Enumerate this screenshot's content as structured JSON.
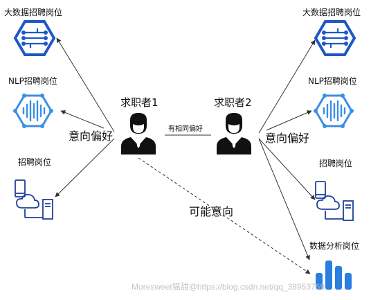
{
  "left": {
    "jobs": [
      "大数据招聘岗位",
      "NLP招聘岗位",
      "招聘岗位"
    ],
    "seeker_label": "求职者1",
    "preference_label": "意向偏好"
  },
  "right": {
    "jobs": [
      "大数据招聘岗位",
      "NLP招聘岗位",
      "招聘岗位",
      "数据分析岗位"
    ],
    "seeker_label": "求职者2",
    "preference_label": "意向偏好"
  },
  "link_label": "有相同偏好",
  "possible_label": "可能意向",
  "watermark": "Moresweet猫甜@https://blog.csdn.net/qq_38953769",
  "colors": {
    "icon_blue": "#1f57c9",
    "bar_blue": "#2a7de1",
    "line": "#333333"
  }
}
